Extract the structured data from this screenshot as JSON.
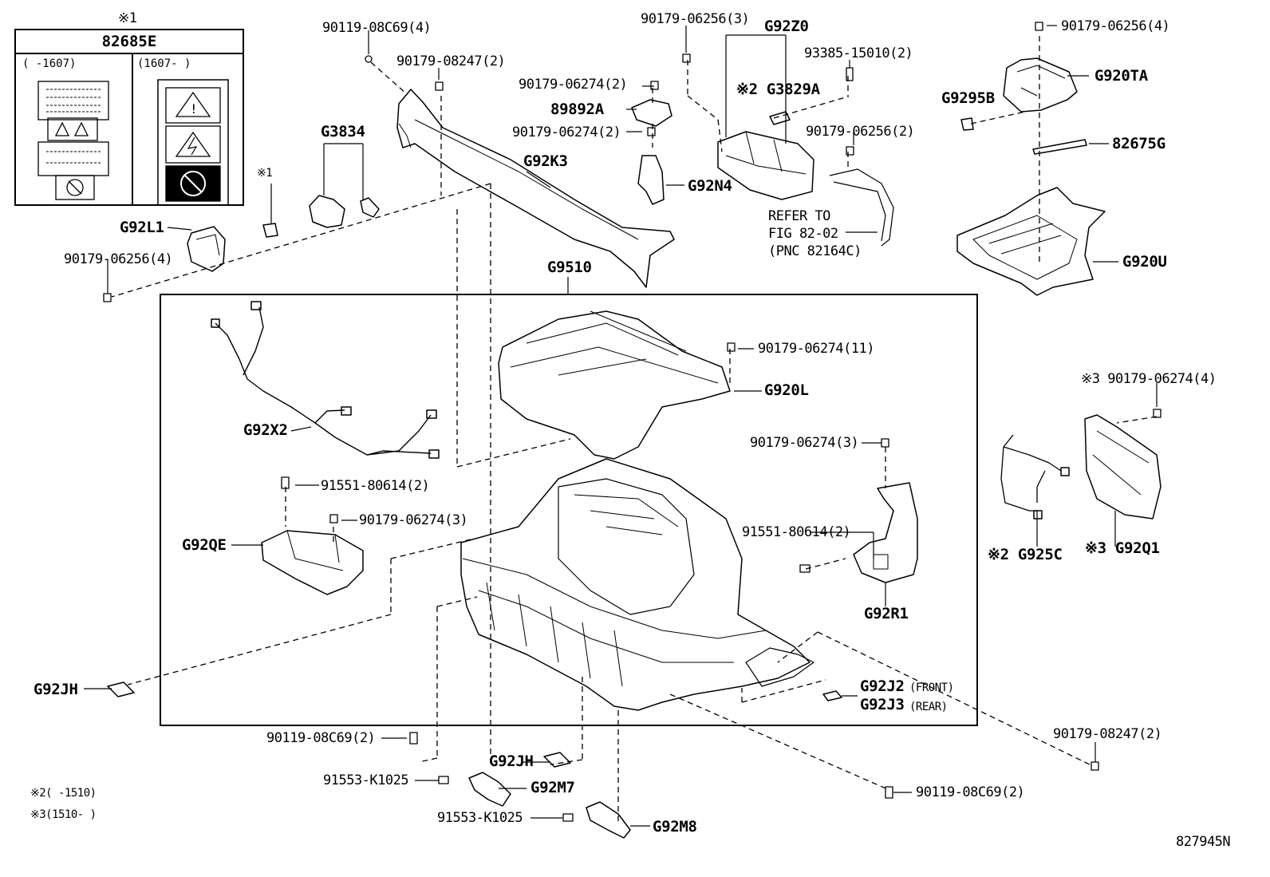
{
  "labels": [
    {
      "id": "p1",
      "text": "90119-08C69(4)"
    },
    {
      "id": "p2",
      "text": "90179-08247(2)"
    },
    {
      "id": "p3",
      "text": "90179-06256(3)"
    },
    {
      "id": "p4",
      "text": "G92Z0"
    },
    {
      "id": "p5",
      "text": "93385-15010(2)"
    },
    {
      "id": "p6",
      "text": "90179-06256(4)"
    },
    {
      "id": "p7",
      "text": "G920TA"
    },
    {
      "id": "p8",
      "text": "G9295B"
    },
    {
      "id": "p9",
      "text": "82675G"
    },
    {
      "id": "p10",
      "text": "90179-06274(2)"
    },
    {
      "id": "p11",
      "text": "89892A"
    },
    {
      "id": "p12",
      "text": "90179-06274(2)"
    },
    {
      "id": "p13",
      "text": "※2 G3829A"
    },
    {
      "id": "p14",
      "text": "90179-06256(2)"
    },
    {
      "id": "p15",
      "text": "G92N4"
    },
    {
      "id": "p16",
      "text": "REFER TO"
    },
    {
      "id": "p17",
      "text": "FIG 82-02"
    },
    {
      "id": "p18",
      "text": "(PNC 82164C)"
    },
    {
      "id": "p19",
      "text": "G3834"
    },
    {
      "id": "p20",
      "text": "G92K3"
    },
    {
      "id": "p21",
      "text": "※1"
    },
    {
      "id": "p22",
      "text": "G92L1"
    },
    {
      "id": "p23",
      "text": "90179-06256(4)"
    },
    {
      "id": "p24",
      "text": "G9510"
    },
    {
      "id": "p25",
      "text": "G920U"
    },
    {
      "id": "p26",
      "text": "90179-06274(11)"
    },
    {
      "id": "p27",
      "text": "G920L"
    },
    {
      "id": "p28",
      "text": "※3 90179-06274(4)"
    },
    {
      "id": "p29",
      "text": "G92X2"
    },
    {
      "id": "p30",
      "text": "90179-06274(3)"
    },
    {
      "id": "p31",
      "text": "91551-80614(2)"
    },
    {
      "id": "p32",
      "text": "90179-06274(3)"
    },
    {
      "id": "p33",
      "text": "G92QE"
    },
    {
      "id": "p34",
      "text": "91551-80614(2)"
    },
    {
      "id": "p35",
      "text": "※2 G925C"
    },
    {
      "id": "p36",
      "text": "※3 G92Q1"
    },
    {
      "id": "p37",
      "text": "G92R1"
    },
    {
      "id": "p38",
      "text": "G92J2"
    },
    {
      "id": "p39",
      "text": "(FRONT)"
    },
    {
      "id": "p40",
      "text": "G92J3"
    },
    {
      "id": "p41",
      "text": "(REAR)"
    },
    {
      "id": "p42",
      "text": "G92JH"
    },
    {
      "id": "p43",
      "text": "90179-08247(2)"
    },
    {
      "id": "p44",
      "text": "90119-08C69(2)"
    },
    {
      "id": "p45",
      "text": "G92JH"
    },
    {
      "id": "p46",
      "text": "91553-K1025"
    },
    {
      "id": "p47",
      "text": "G92M7"
    },
    {
      "id": "p48",
      "text": "90119-08C69(2)"
    },
    {
      "id": "p49",
      "text": "91553-K1025"
    },
    {
      "id": "p50",
      "text": "G92M8"
    },
    {
      "id": "p51",
      "text": "※2(     -1510)"
    },
    {
      "id": "p52",
      "text": "※3(1510-     )"
    },
    {
      "id": "p53",
      "text": "827945N"
    }
  ],
  "label_box": {
    "mark": "※1",
    "part": "82685E",
    "left_range": "(     -1607)",
    "right_range": "(1607-     )"
  },
  "colors": {
    "ink": "#000000",
    "paper": "#ffffff"
  }
}
